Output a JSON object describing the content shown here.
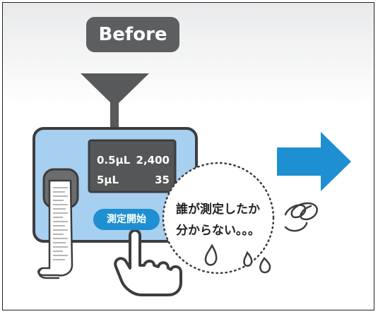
{
  "badge": {
    "label": "Before"
  },
  "screen": {
    "row1_volume": "0.5µL",
    "row1_count": "2,400",
    "row2_volume": "5µL",
    "row2_count": "35"
  },
  "start_button": {
    "label": "測定開始"
  },
  "speech": {
    "line1": "誰が測定したか",
    "line2": "分からない。。。"
  },
  "colors": {
    "device_body": "#a7cff0",
    "screen": "#555657",
    "button": "#1e8fd1",
    "arrow": "#1e8fd1",
    "badge": "#5d5e60"
  }
}
